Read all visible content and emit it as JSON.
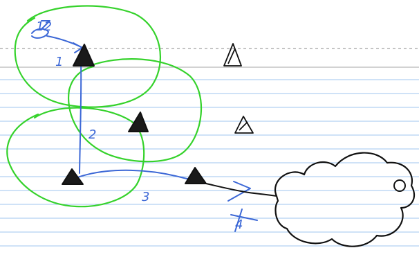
{
  "page": {
    "background": "#ffffff",
    "rule_color": "#9fc4ef",
    "margin_rule_color": "#b8b8b8",
    "margin_dash_color": "#888888"
  },
  "colors": {
    "ink_black": "#111111",
    "ink_blue": "#3b67d6",
    "ink_green": "#35d22b"
  },
  "annotations": {
    "top_label": "12",
    "hop_1": "1",
    "hop_2": "2",
    "hop_3": "3",
    "hop_4": "4"
  },
  "nodes": [
    {
      "id": "node-a",
      "kind": "tower-icon"
    },
    {
      "id": "node-b",
      "kind": "tower-icon"
    },
    {
      "id": "node-c",
      "kind": "tower-icon"
    },
    {
      "id": "node-d",
      "kind": "tower-icon"
    },
    {
      "id": "node-e",
      "kind": "tower-icon"
    },
    {
      "id": "node-f",
      "kind": "tower-icon"
    }
  ],
  "cloud": {
    "kind": "cloud-icon"
  }
}
